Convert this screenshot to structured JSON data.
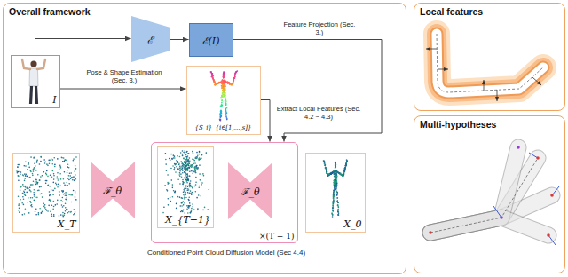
{
  "diagram": {
    "nodes": [
      {
        "text": [
          "Overall framework"
        ]
      },
      {
        "text": [
          "I"
        ],
        "in": 0
      },
      {
        "text": [
          "ℰ"
        ],
        "in": 0
      },
      {
        "text": [
          "ℰ(I)"
        ],
        "in": 0
      },
      {
        "text": [
          "{S_i}_{i∈[1,...,s]}"
        ],
        "in": 0
      },
      {
        "text": [
          "X_T"
        ],
        "in": 0
      },
      {
        "text": [
          "ℱ_θ"
        ],
        "in": 0
      },
      {
        "text": [
          "×(T − 1)"
        ],
        "in": 0
      },
      {
        "text": [
          "X_{T−1}"
        ],
        "in": 7
      },
      {
        "text": [
          "ℱ_θ"
        ],
        "in": 7
      },
      {
        "text": [
          "X_0"
        ],
        "in": 0
      },
      {
        "text": [
          "Local features"
        ]
      },
      {
        "text": [
          "Multi-hypotheses"
        ]
      }
    ],
    "edges": [
      {
        "from": 1,
        "to": 2,
        "arrow": "to"
      },
      {
        "from": 2,
        "to": 3,
        "arrow": "to"
      },
      {
        "from": 3,
        "to": 7,
        "arrow": "to",
        "label": "Feature Projection (Sec. 3.)"
      },
      {
        "from": 1,
        "to": 4,
        "arrow": "to",
        "label": "Pose & Shape Estimation (Sec. 3.)"
      },
      {
        "from": 4,
        "to": 7,
        "arrow": "to",
        "label": "Extract Local Features (Sec. 4.2 ~ 4.3)"
      }
    ],
    "labels": [
      "Conditioned Point Cloud Diffusion Model (Sec 4.4)"
    ]
  }
}
